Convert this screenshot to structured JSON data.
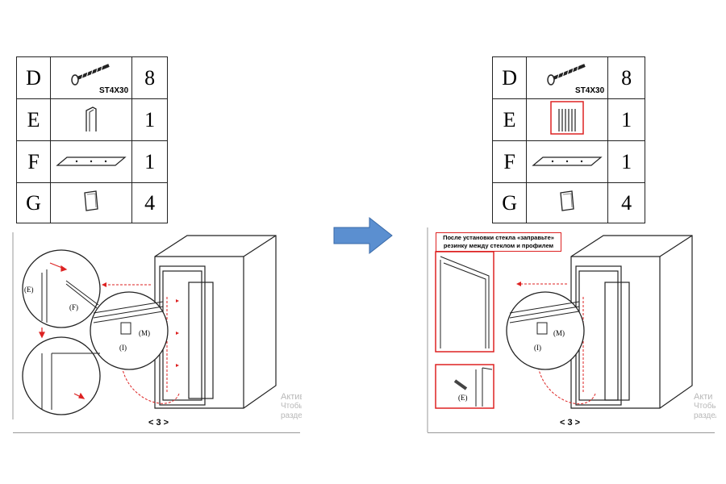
{
  "left": {
    "parts": [
      {
        "letter": "D",
        "qty": "8",
        "label": "ST4X30",
        "icon": "screw-icon"
      },
      {
        "letter": "E",
        "qty": "1",
        "icon": "seal-profile-icon"
      },
      {
        "letter": "F",
        "qty": "1",
        "icon": "plate-icon"
      },
      {
        "letter": "G",
        "qty": "4",
        "icon": "cap-icon"
      }
    ],
    "callouts": {
      "e": "(E)",
      "f": "(F)",
      "i": "(I)",
      "m": "(M)"
    },
    "page_label": "< 3 >",
    "watermark": {
      "line1": "Актив",
      "line2": "Чтобы",
      "line3": "раздел"
    }
  },
  "right": {
    "parts": [
      {
        "letter": "D",
        "qty": "8",
        "label": "ST4X30",
        "icon": "screw-icon"
      },
      {
        "letter": "E",
        "qty": "1",
        "icon": "seal-profile-icon"
      },
      {
        "letter": "F",
        "qty": "1",
        "icon": "plate-icon"
      },
      {
        "letter": "G",
        "qty": "4",
        "icon": "cap-icon"
      }
    ],
    "note": {
      "line1": "После установки стекла «заправьте»",
      "line2": "резинку между стеклом и профилем"
    },
    "callouts": {
      "e": "(E)",
      "i": "(I)",
      "m": "(M)"
    },
    "page_label": "< 3 >",
    "watermark": {
      "line1": "Акти",
      "line2": "Чтобы а",
      "line3": "раздел"
    }
  },
  "colors": {
    "arrow": "#5b8fd0",
    "highlight": "#dd2222",
    "line": "#222222"
  }
}
